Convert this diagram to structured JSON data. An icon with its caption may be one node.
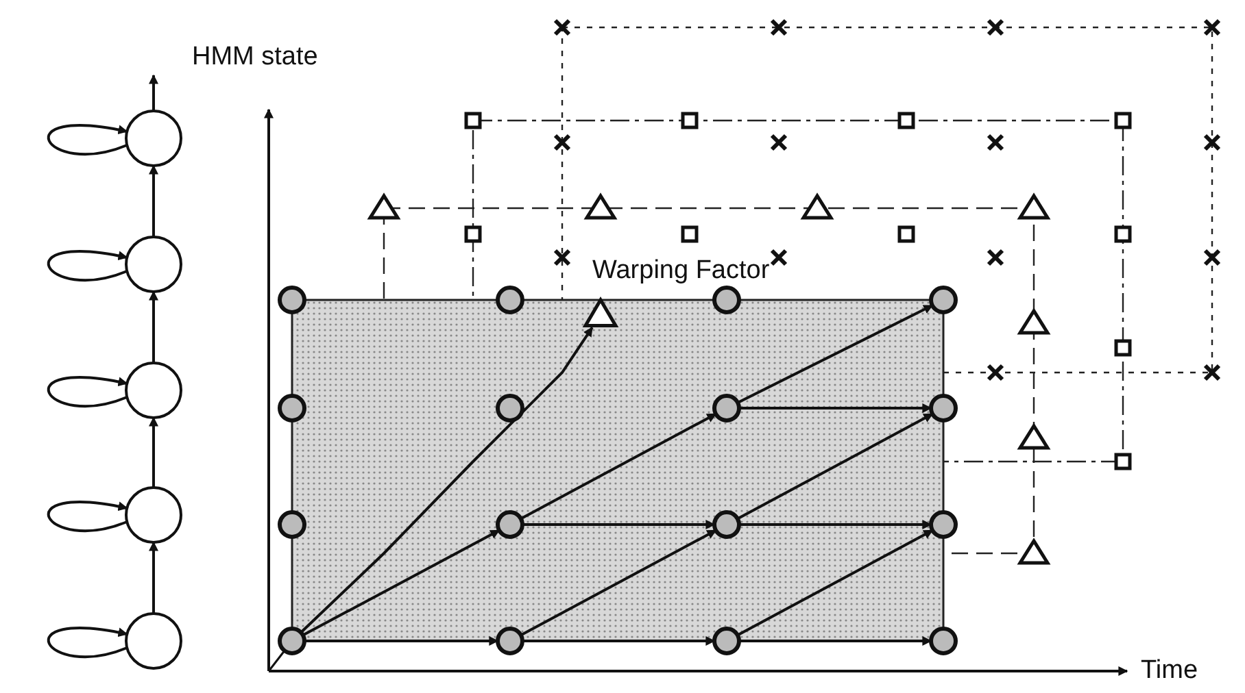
{
  "diagram": {
    "nodes": [
      {
        "text": [],
        "shape": "circle"
      },
      {
        "text": [],
        "shape": "circle"
      },
      {
        "text": [],
        "shape": "circle"
      },
      {
        "text": [],
        "shape": "circle"
      },
      {
        "text": [],
        "shape": "circle"
      },
      {
        "text": [],
        "shape": "circle"
      },
      {
        "text": [],
        "shape": "circle"
      },
      {
        "text": [],
        "shape": "circle"
      },
      {
        "text": [],
        "shape": "circle"
      },
      {
        "text": [],
        "shape": "circle"
      },
      {
        "text": [],
        "shape": "circle"
      },
      {
        "text": [],
        "shape": "circle"
      },
      {
        "text": [],
        "shape": "circle"
      },
      {
        "text": [],
        "shape": "circle"
      },
      {
        "text": [],
        "shape": "circle"
      },
      {
        "text": [],
        "shape": "circle"
      },
      {
        "text": [],
        "shape": "circle"
      },
      {
        "text": [],
        "shape": "circle"
      },
      {
        "text": [],
        "shape": "circle"
      },
      {
        "text": [],
        "shape": "circle"
      },
      {
        "text": [],
        "shape": "circle"
      },
      {
        "text": [],
        "shape": "triangle"
      }
    ],
    "edges": [
      {
        "from": 0,
        "to": null,
        "arrow": "to"
      },
      {
        "from": 0,
        "to": 0,
        "arrow": "to"
      },
      {
        "from": 1,
        "to": 1,
        "arrow": "to"
      },
      {
        "from": 2,
        "to": 2,
        "arrow": "to"
      },
      {
        "from": 3,
        "to": 3,
        "arrow": "to"
      },
      {
        "from": 4,
        "to": 4,
        "arrow": "to"
      },
      {
        "from": 1,
        "to": 0,
        "arrow": "to"
      },
      {
        "from": 2,
        "to": 1,
        "arrow": "to"
      },
      {
        "from": 3,
        "to": 2,
        "arrow": "to"
      },
      {
        "from": 4,
        "to": 3,
        "arrow": "to"
      },
      {
        "from": 17,
        "to": 18,
        "arrow": "to"
      },
      {
        "from": 18,
        "to": 19,
        "arrow": "to"
      },
      {
        "from": 19,
        "to": 20,
        "arrow": "to"
      },
      {
        "from": 17,
        "to": 14,
        "arrow": "to"
      },
      {
        "from": 17,
        "to": 21,
        "arrow": "to"
      },
      {
        "from": 18,
        "to": 15,
        "arrow": "to"
      },
      {
        "from": 19,
        "to": 16,
        "arrow": "to"
      },
      {
        "from": 14,
        "to": 15,
        "arrow": "to"
      },
      {
        "from": 15,
        "to": 16,
        "arrow": "to"
      },
      {
        "from": 14,
        "to": 11,
        "arrow": "to"
      },
      {
        "from": 15,
        "to": 12,
        "arrow": "to"
      },
      {
        "from": 11,
        "to": 12,
        "arrow": "to"
      },
      {
        "from": 11,
        "to": 8,
        "arrow": "to"
      }
    ],
    "labels": [
      "HMM state",
      "Warping Factor",
      "Time"
    ]
  }
}
